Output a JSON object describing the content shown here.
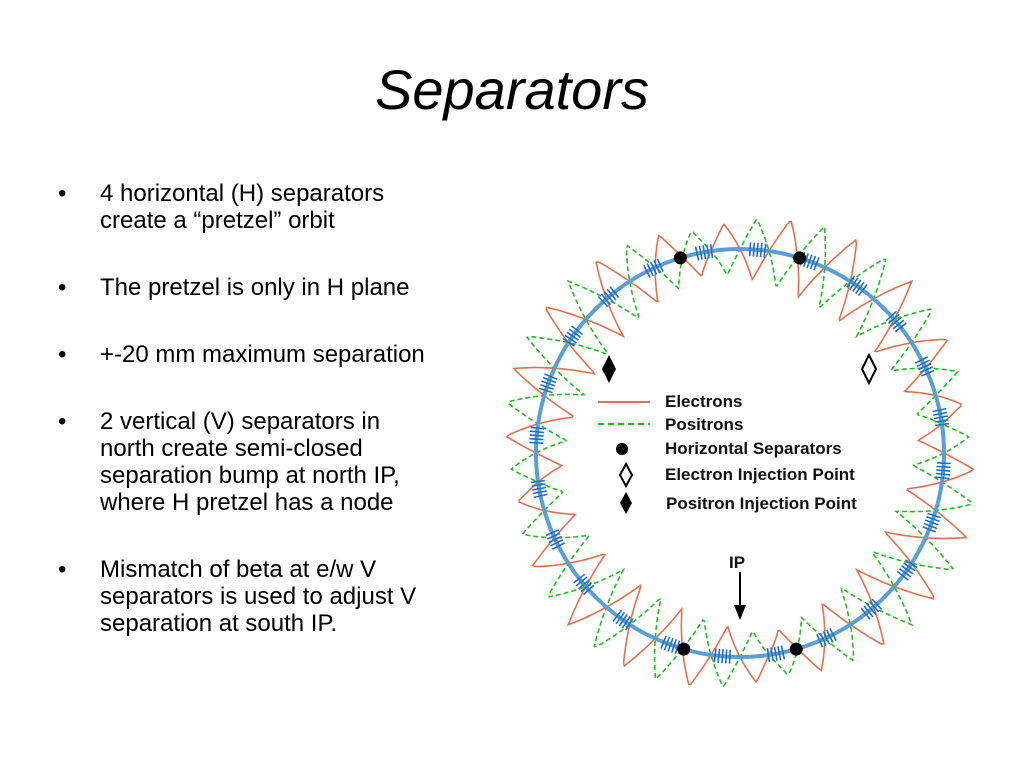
{
  "slide": {
    "title": "Separators",
    "bullet_glyph": "•",
    "bullets": [
      {
        "lines": [
          "4 horizontal (H) separators",
          "create a “pretzel” orbit"
        ]
      },
      {
        "lines": [
          "The pretzel is only in H plane"
        ]
      },
      {
        "lines": [
          "+-20 mm maximum separation"
        ]
      },
      {
        "lines": [
          "2 vertical (V) separators in",
          "north create semi-closed",
          "separation bump at north IP,",
          "where H pretzel has a node"
        ]
      },
      {
        "lines": [
          "Mismatch of beta at e/w V",
          "separators is used to adjust V",
          "separation at south IP."
        ]
      }
    ]
  },
  "diagram": {
    "legend": {
      "electrons": "Electrons",
      "positrons": "Positrons",
      "horizontal_separators": "Horizontal Separators",
      "electron_injection": "Electron Injection Point",
      "positron_injection": "Positron Injection Point"
    },
    "ip_label": "IP",
    "colors": {
      "electrons": "#e07050",
      "positrons": "#22bb22",
      "ring": "#5a9ed6",
      "magnets": "#1f6fbf",
      "markers": "#000000"
    },
    "separator_count": 4,
    "icons": {
      "electron_injection": "hollow-diamond-icon",
      "positron_injection": "filled-diamond-icon",
      "separator": "filled-circle-icon",
      "ip_marker": "down-arrow-icon"
    }
  }
}
